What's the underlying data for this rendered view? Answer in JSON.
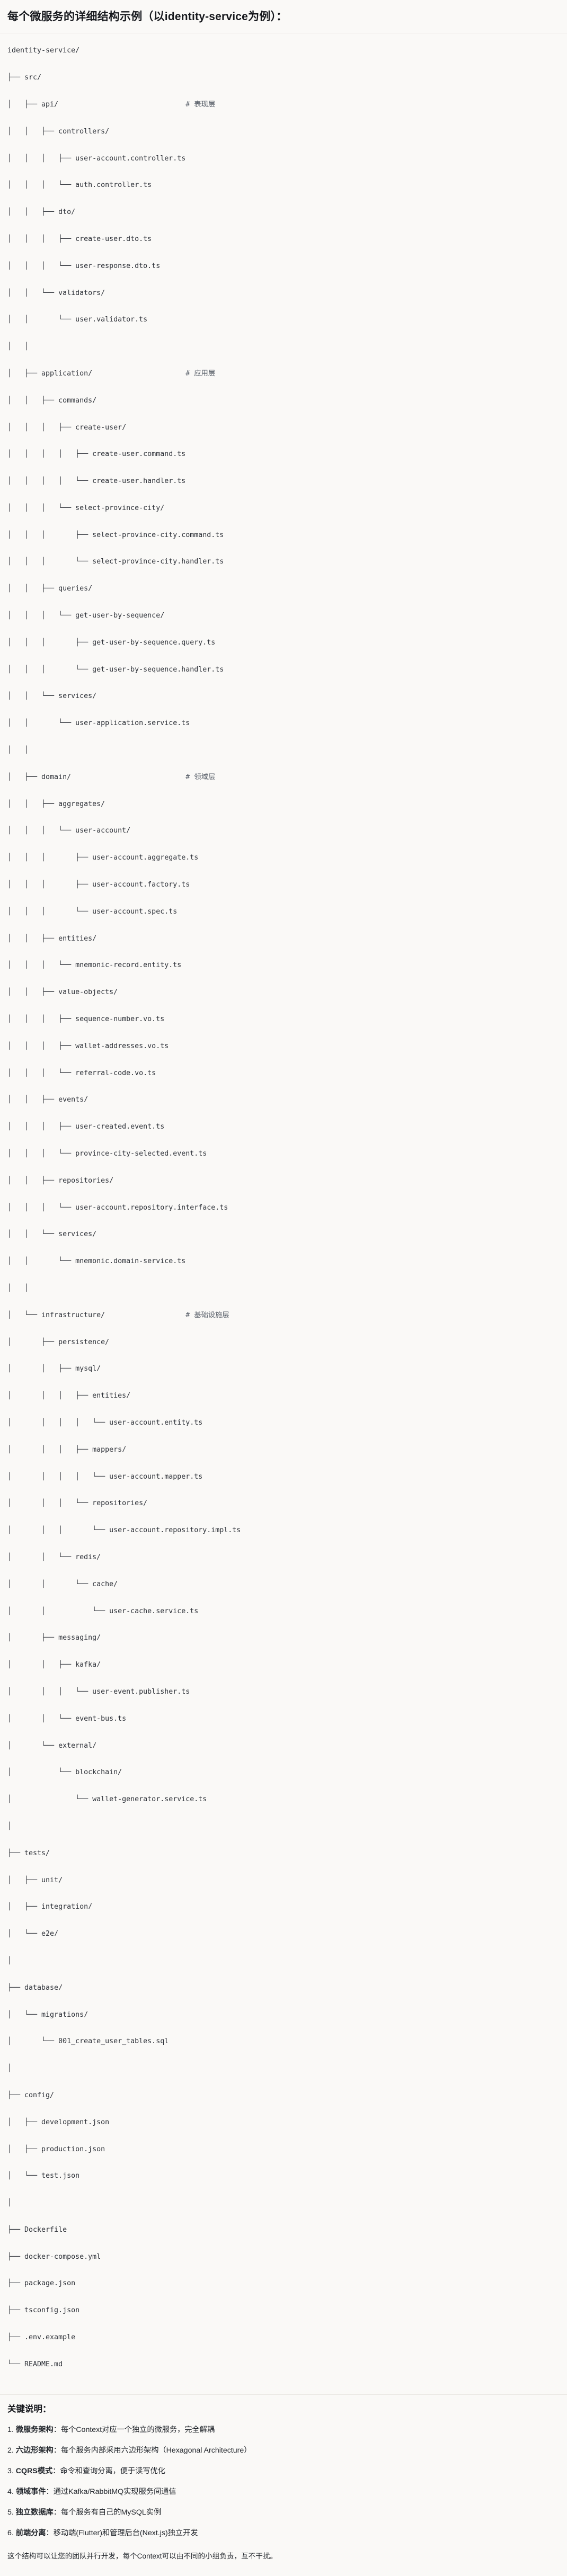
{
  "header": {
    "title": "每个微服务的详细结构示例（以identity-service为例）："
  },
  "tree": {
    "lines": [
      {
        "text": "identity-service/",
        "comment": ""
      },
      {
        "text": "├── src/",
        "comment": ""
      },
      {
        "text": "│   ├── api/",
        "comment": "# 表现层"
      },
      {
        "text": "│   │   ├── controllers/",
        "comment": ""
      },
      {
        "text": "│   │   │   ├── user-account.controller.ts",
        "comment": ""
      },
      {
        "text": "│   │   │   └── auth.controller.ts",
        "comment": ""
      },
      {
        "text": "│   │   ├── dto/",
        "comment": ""
      },
      {
        "text": "│   │   │   ├── create-user.dto.ts",
        "comment": ""
      },
      {
        "text": "│   │   │   └── user-response.dto.ts",
        "comment": ""
      },
      {
        "text": "│   │   └── validators/",
        "comment": ""
      },
      {
        "text": "│   │       └── user.validator.ts",
        "comment": ""
      },
      {
        "text": "│   │",
        "comment": ""
      },
      {
        "text": "│   ├── application/",
        "comment": "# 应用层"
      },
      {
        "text": "│   │   ├── commands/",
        "comment": ""
      },
      {
        "text": "│   │   │   ├── create-user/",
        "comment": ""
      },
      {
        "text": "│   │   │   │   ├── create-user.command.ts",
        "comment": ""
      },
      {
        "text": "│   │   │   │   └── create-user.handler.ts",
        "comment": ""
      },
      {
        "text": "│   │   │   └── select-province-city/",
        "comment": ""
      },
      {
        "text": "│   │   │       ├── select-province-city.command.ts",
        "comment": ""
      },
      {
        "text": "│   │   │       └── select-province-city.handler.ts",
        "comment": ""
      },
      {
        "text": "│   │   ├── queries/",
        "comment": ""
      },
      {
        "text": "│   │   │   └── get-user-by-sequence/",
        "comment": ""
      },
      {
        "text": "│   │   │       ├── get-user-by-sequence.query.ts",
        "comment": ""
      },
      {
        "text": "│   │   │       └── get-user-by-sequence.handler.ts",
        "comment": ""
      },
      {
        "text": "│   │   └── services/",
        "comment": ""
      },
      {
        "text": "│   │       └── user-application.service.ts",
        "comment": ""
      },
      {
        "text": "│   │",
        "comment": ""
      },
      {
        "text": "│   ├── domain/",
        "comment": "# 领域层"
      },
      {
        "text": "│   │   ├── aggregates/",
        "comment": ""
      },
      {
        "text": "│   │   │   └── user-account/",
        "comment": ""
      },
      {
        "text": "│   │   │       ├── user-account.aggregate.ts",
        "comment": ""
      },
      {
        "text": "│   │   │       ├── user-account.factory.ts",
        "comment": ""
      },
      {
        "text": "│   │   │       └── user-account.spec.ts",
        "comment": ""
      },
      {
        "text": "│   │   ├── entities/",
        "comment": ""
      },
      {
        "text": "│   │   │   └── mnemonic-record.entity.ts",
        "comment": ""
      },
      {
        "text": "│   │   ├── value-objects/",
        "comment": ""
      },
      {
        "text": "│   │   │   ├── sequence-number.vo.ts",
        "comment": ""
      },
      {
        "text": "│   │   │   ├── wallet-addresses.vo.ts",
        "comment": ""
      },
      {
        "text": "│   │   │   └── referral-code.vo.ts",
        "comment": ""
      },
      {
        "text": "│   │   ├── events/",
        "comment": ""
      },
      {
        "text": "│   │   │   ├── user-created.event.ts",
        "comment": ""
      },
      {
        "text": "│   │   │   └── province-city-selected.event.ts",
        "comment": ""
      },
      {
        "text": "│   │   ├── repositories/",
        "comment": ""
      },
      {
        "text": "│   │   │   └── user-account.repository.interface.ts",
        "comment": ""
      },
      {
        "text": "│   │   └── services/",
        "comment": ""
      },
      {
        "text": "│   │       └── mnemonic.domain-service.ts",
        "comment": ""
      },
      {
        "text": "│   │",
        "comment": ""
      },
      {
        "text": "│   └── infrastructure/",
        "comment": "# 基础设施层"
      },
      {
        "text": "│       ├── persistence/",
        "comment": ""
      },
      {
        "text": "│       │   ├── mysql/",
        "comment": ""
      },
      {
        "text": "│       │   │   ├── entities/",
        "comment": ""
      },
      {
        "text": "│       │   │   │   └── user-account.entity.ts",
        "comment": ""
      },
      {
        "text": "│       │   │   ├── mappers/",
        "comment": ""
      },
      {
        "text": "│       │   │   │   └── user-account.mapper.ts",
        "comment": ""
      },
      {
        "text": "│       │   │   └── repositories/",
        "comment": ""
      },
      {
        "text": "│       │   │       └── user-account.repository.impl.ts",
        "comment": ""
      },
      {
        "text": "│       │   └── redis/",
        "comment": ""
      },
      {
        "text": "│       │       └── cache/",
        "comment": ""
      },
      {
        "text": "│       │           └── user-cache.service.ts",
        "comment": ""
      },
      {
        "text": "│       ├── messaging/",
        "comment": ""
      },
      {
        "text": "│       │   ├── kafka/",
        "comment": ""
      },
      {
        "text": "│       │   │   └── user-event.publisher.ts",
        "comment": ""
      },
      {
        "text": "│       │   └── event-bus.ts",
        "comment": ""
      },
      {
        "text": "│       └── external/",
        "comment": ""
      },
      {
        "text": "│           └── blockchain/",
        "comment": ""
      },
      {
        "text": "│               └── wallet-generator.service.ts",
        "comment": ""
      },
      {
        "text": "│",
        "comment": ""
      },
      {
        "text": "├── tests/",
        "comment": ""
      },
      {
        "text": "│   ├── unit/",
        "comment": ""
      },
      {
        "text": "│   ├── integration/",
        "comment": ""
      },
      {
        "text": "│   └── e2e/",
        "comment": ""
      },
      {
        "text": "│",
        "comment": ""
      },
      {
        "text": "├── database/",
        "comment": ""
      },
      {
        "text": "│   └── migrations/",
        "comment": ""
      },
      {
        "text": "│       └── 001_create_user_tables.sql",
        "comment": ""
      },
      {
        "text": "│",
        "comment": ""
      },
      {
        "text": "├── config/",
        "comment": ""
      },
      {
        "text": "│   ├── development.json",
        "comment": ""
      },
      {
        "text": "│   ├── production.json",
        "comment": ""
      },
      {
        "text": "│   └── test.json",
        "comment": ""
      },
      {
        "text": "│",
        "comment": ""
      },
      {
        "text": "├── Dockerfile",
        "comment": ""
      },
      {
        "text": "├── docker-compose.yml",
        "comment": ""
      },
      {
        "text": "├── package.json",
        "comment": ""
      },
      {
        "text": "├── tsconfig.json",
        "comment": ""
      },
      {
        "text": "├── .env.example",
        "comment": ""
      },
      {
        "text": "└── README.md",
        "comment": ""
      }
    ],
    "comment_column": 42
  },
  "notes": {
    "title": "关键说明：",
    "items": [
      {
        "num": "1.",
        "term": "微服务架构",
        "sep": "：",
        "body": "每个Context对应一个独立的微服务，完全解耦"
      },
      {
        "num": "2.",
        "term": "六边形架构",
        "sep": "：",
        "body": "每个服务内部采用六边形架构（Hexagonal Architecture）"
      },
      {
        "num": "3.",
        "term": "CQRS模式",
        "sep": "：",
        "body": "命令和查询分离，便于读写优化"
      },
      {
        "num": "4.",
        "term": "领域事件",
        "sep": "：",
        "body": "通过Kafka/RabbitMQ实现服务间通信"
      },
      {
        "num": "5.",
        "term": "独立数据库",
        "sep": "：",
        "body": "每个服务有自己的MySQL实例"
      },
      {
        "num": "6.",
        "term": "前端分离",
        "sep": "：",
        "body": "移动端(Flutter)和管理后台(Next.js)独立开发"
      }
    ],
    "closing": "这个结构可以让您的团队并行开发，每个Context可以由不同的小组负责，互不干扰。"
  },
  "colors": {
    "background": "#faf9f7",
    "text": "#22262c",
    "tree_text": "#2d3138",
    "comment_text": "#585f69",
    "divider": "#e8e6e1"
  }
}
